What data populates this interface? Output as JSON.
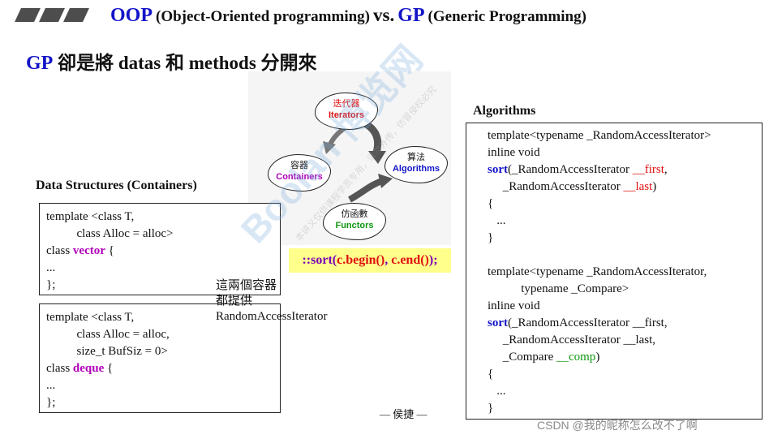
{
  "header": {
    "title_oop": "OOP",
    "title_oop_full": "(Object-Oriented programming)",
    "title_vs": "vs.",
    "title_gp": "GP",
    "title_gp_full": "(Generic Programming)"
  },
  "subtitle": {
    "gp": "GP",
    "rest_1": " 卻是將 ",
    "datas": "datas",
    "rest_2": " 和 ",
    "methods": "methods",
    "rest_3": " 分開來"
  },
  "diagram": {
    "iterators": {
      "zh": "迭代器",
      "en": "Iterators",
      "color": "#e01010"
    },
    "containers": {
      "zh": "容器",
      "en": "Containers",
      "color": "#b000b8"
    },
    "algorithms": {
      "zh": "算法",
      "en": "Algorithms",
      "color": "#1414c8"
    },
    "functors": {
      "zh": "仿函數",
      "en": "Functors",
      "color": "#109810"
    },
    "sort_call": {
      "prefix": "::sort(",
      "arg1": "c.begin()",
      "sep": ", ",
      "arg2": "c.end()",
      "suffix": ");"
    }
  },
  "data_structures": {
    "title": "Data Structures (Containers)",
    "vector_box": {
      "l1": "template <class T,",
      "l2": "          class Alloc = alloc>",
      "l3_pre": "class ",
      "l3_kw": "vector",
      "l3_post": " {",
      "l4": "...",
      "l5": "};"
    },
    "deque_box": {
      "l1": "template <class T,",
      "l2": "          class Alloc = alloc,",
      "l3": "          size_t BufSiz = 0>",
      "l4_pre": "class ",
      "l4_kw": "deque",
      "l4_post": " {",
      "l5": "...",
      "l6": "};"
    }
  },
  "note": {
    "l1": "這兩個容器",
    "l2": "都提供",
    "l3": "RandomAccessIterator"
  },
  "algorithms": {
    "title": "Algorithms",
    "a1": "template<typename _RandomAccessIterator>",
    "a2": "inline void",
    "a3_kw": "sort",
    "a3_mid": "(_RandomAccessIterator ",
    "a3_param": "__first",
    "a3_end": ",",
    "a4_mid": "     _RandomAccessIterator ",
    "a4_param": "__last",
    "a4_end": ")",
    "a5": "{",
    "a6": "   ...",
    "a7": "}",
    "b1": "template<typename _RandomAccessIterator,",
    "b2": "           typename _Compare>",
    "b3": "inline void",
    "b4_kw": "sort",
    "b4_rest": "(_RandomAccessIterator __first,",
    "b5": "     _RandomAccessIterator __last,",
    "b6_mid": "     _Compare ",
    "b6_param": "__comp",
    "b6_end": ")",
    "b7": "{",
    "b8": "   ...",
    "b9": "}"
  },
  "footer": {
    "author": "— 侯捷 —"
  },
  "watermarks": {
    "csdn": "CSDN @我的昵称怎么改不了啊",
    "big": "Boolan 博览网",
    "small": "本讲义仅供课程学员专用，请勿外传，仿冒侵权必究"
  }
}
